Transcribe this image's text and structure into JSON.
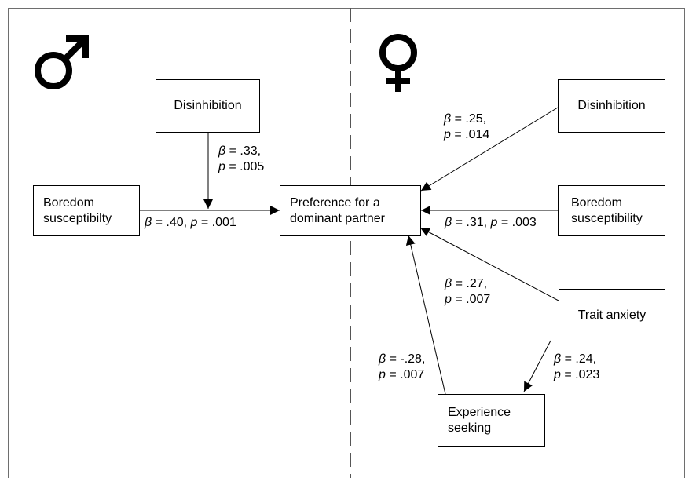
{
  "nodes": {
    "male_disinhibition": "Disinhibition",
    "male_boredom_line1": "Boredom",
    "male_boredom_line2": "susceptibilty",
    "preference_line1": "Preference for a",
    "preference_line2": "dominant partner",
    "female_disinhibition": "Disinhibition",
    "female_boredom_line1": "Boredom",
    "female_boredom_line2": "susceptibility",
    "trait_anxiety": "Trait anxiety",
    "experience_line1": "Experience",
    "experience_line2": "seeking"
  },
  "paths": {
    "m_dis_beta": " = .33,",
    "m_dis_p": " = .005",
    "m_bor_beta": " = .40, ",
    "m_bor_p": " = .001",
    "f_dis_beta": " = .25,",
    "f_dis_p": " = .014",
    "f_bor_beta": " = .31, ",
    "f_bor_p": " = .003",
    "f_anx_beta": " = .27,",
    "f_anx_p": " = .007",
    "f_exp_beta": " = -.28,",
    "f_exp_p": " = .007",
    "f_anx_exp_beta": " = .24,",
    "f_anx_exp_p": " = .023"
  },
  "symbols": {
    "beta": "β",
    "p": "p"
  },
  "icons": {
    "left_panel": "male-symbol-icon",
    "right_panel": "female-symbol-icon"
  }
}
